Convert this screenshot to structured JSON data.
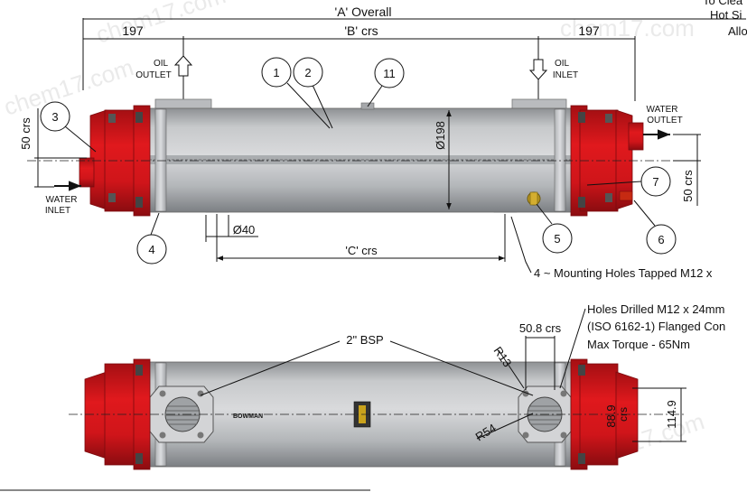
{
  "colors": {
    "body_grey": "#c2c4c6",
    "body_dark": "#8d9093",
    "end_cap_red": "#d8161a",
    "end_cap_dark": "#9b0f12",
    "line": "#111111"
  },
  "dimensions": {
    "overall": "'A' Overall",
    "b_crs": "'B' crs",
    "left_197": "197",
    "right_197": "197",
    "left_50crs": "50 crs",
    "right_50crs": "50 crs",
    "dia_198": "Ø198",
    "dia_40": "Ø40",
    "c_crs": "'C' crs",
    "mounting_holes": "4 ~ Mounting Holes Tapped M12 x",
    "bsp": "2\" BSP",
    "r13": "R13",
    "crs_508": "50.8 crs",
    "r54": "R54",
    "dim_889": "88.9",
    "crs_small": "crs",
    "dim_1149": "114.9"
  },
  "ports": {
    "oil_outlet": [
      "OIL",
      "OUTLET"
    ],
    "oil_inlet": [
      "OIL",
      "INLET"
    ],
    "water_outlet": [
      "WATER",
      "OUTLET"
    ],
    "water_inlet": [
      "WATER",
      "INLET"
    ]
  },
  "callouts": [
    "1",
    "2",
    "3",
    "4",
    "5",
    "6",
    "7",
    "11"
  ],
  "flange_note": [
    "Holes Drilled M12 x 24mm",
    "(ISO 6162-1) Flanged Con",
    "Max Torque - 65Nm"
  ],
  "top_right_note": [
    "To Clea",
    "Hot Si",
    "Allo"
  ],
  "body_label": "BOWMAN",
  "watermark": "chem17.com"
}
